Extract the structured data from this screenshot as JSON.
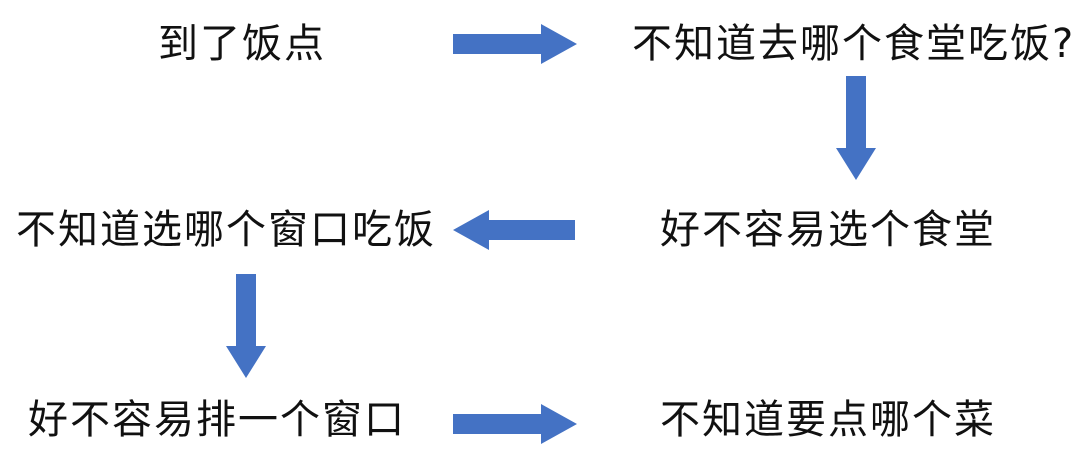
{
  "arrow_color": "#4472C4",
  "flow": {
    "step1": "到了饭点",
    "step2": "不知道去哪个食堂吃饭?",
    "step3": "好不容易选个食堂",
    "step4": "不知道选哪个窗口吃饭",
    "step5": "好不容易排一个窗口",
    "step6": "不知道要点哪个菜"
  }
}
